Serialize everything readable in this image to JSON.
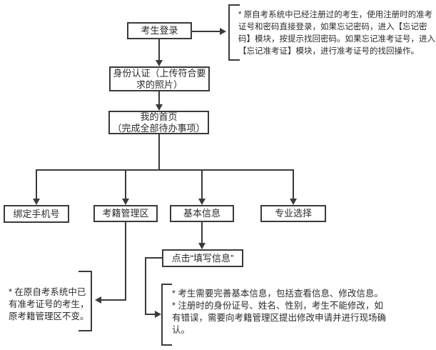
{
  "diagram": {
    "type": "flowchart",
    "colors": {
      "line": "#3a3a3a",
      "text": "#2b2b2b",
      "background": "#ffffff"
    },
    "nodes": {
      "login": {
        "label": "考生登录"
      },
      "identity": {
        "lines": [
          "身份认证（上传符合要",
          "求的照片）"
        ]
      },
      "home": {
        "lines": [
          "我的首页",
          "（完成全部待办事项）"
        ]
      },
      "bind_phone": {
        "label": "绑定手机号"
      },
      "registry": {
        "label": "考籍管理区"
      },
      "basic_info": {
        "label": "基本信息"
      },
      "major": {
        "label": "专业选择"
      },
      "fill_info": {
        "label": "点击“填写信息”"
      }
    },
    "notes": {
      "login_note": {
        "lines": [
          "* 原自考系统中已经注册过的考生，使用注册时的准考",
          "证号和密码直接登录，如果忘记密码，进入【忘记密",
          "码】模块，按提示找回密码。如果忘记准考证号，进入",
          "【忘记准考证】模块，进行准考证号的找回操作。"
        ]
      },
      "registry_note": {
        "lines": [
          "* 在原自考系统中已",
          "有准考证号的考生，",
          "原考籍管理区不变。"
        ]
      },
      "basic_info_note": {
        "lines": [
          "* 考生需要完善基本信息，包括查看信息、修改信息。",
          "* 注册时的身份证号、姓名、性别，考生不能修改，如",
          "有错误，需要向考籍管理区提出修改申请并进行现场确",
          "认。"
        ]
      }
    }
  }
}
